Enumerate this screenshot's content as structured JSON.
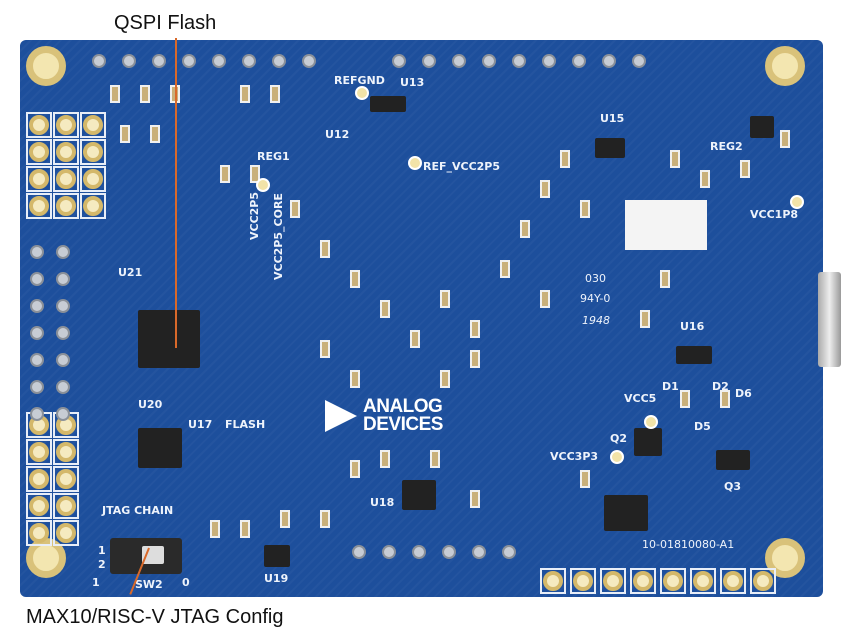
{
  "callouts": {
    "qspi_flash": "QSPI Flash",
    "jtag_config": "MAX10/RISC-V JTAG Config",
    "line_color": "#d9692a"
  },
  "board": {
    "color": "#1d4f9c",
    "logo": {
      "line1": "ANALOG",
      "line2": "DEVICES"
    },
    "part_number": "10-01810080-A1",
    "silkscreen": {
      "refgnd": "REFGND",
      "u13": "U13",
      "u12": "U12",
      "reg1": "REG1",
      "ref_vcc2p5": "REF_VCC2P5",
      "vcc2p5": "VCC2P5",
      "vcc2p5_core": "VCC2P5_CORE",
      "u15": "U15",
      "reg2": "REG2",
      "vcc1p8": "VCC1P8",
      "u21": "U21",
      "u20": "U20",
      "u17": "U17",
      "flash": "FLASH",
      "jtag_chain": "JTAG CHAIN",
      "sw2": "SW2",
      "sw_1": "1",
      "sw_2": "2",
      "sw_0": "0",
      "sw_1b": "1",
      "u19": "U19",
      "u18": "U18",
      "code1": "030",
      "code2": "94Y-0",
      "code3": "1948",
      "u16": "U16",
      "d1": "D1",
      "d2": "D2",
      "d6": "D6",
      "d5": "D5",
      "vcc5": "VCC5",
      "q2": "Q2",
      "vcc3p3": "VCC3P3",
      "q3": "Q3"
    }
  }
}
